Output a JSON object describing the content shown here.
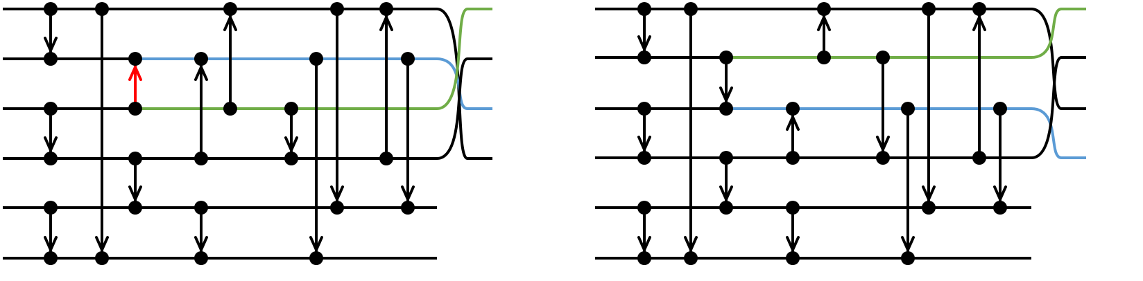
{
  "colors": {
    "wire": "#000000",
    "highlight": "#ff0000",
    "blue": "#5b9bd5",
    "green": "#70ad47",
    "background": "#ffffff"
  },
  "diagrams": [
    {
      "id": "left",
      "wires": 6,
      "gates": [
        {
          "col": 1,
          "from": 0,
          "to": 1,
          "dir": "down"
        },
        {
          "col": 1,
          "from": 2,
          "to": 3,
          "dir": "down"
        },
        {
          "col": 1,
          "from": 4,
          "to": 5,
          "dir": "down"
        },
        {
          "col": 2,
          "from": 0,
          "to": 5,
          "dir": "down"
        },
        {
          "col": 3,
          "from": 2,
          "to": 1,
          "dir": "up",
          "color": "highlight"
        },
        {
          "col": 3,
          "from": 3,
          "to": 4,
          "dir": "down"
        },
        {
          "col": 4,
          "from": 3,
          "to": 1,
          "dir": "up"
        },
        {
          "col": 4,
          "from": 4,
          "to": 5,
          "dir": "down"
        },
        {
          "col": 5,
          "from": 2,
          "to": 0,
          "dir": "up"
        },
        {
          "col": 6,
          "from": 2,
          "to": 3,
          "dir": "down"
        },
        {
          "col": 7,
          "from": 1,
          "to": 5,
          "dir": "down"
        },
        {
          "col": 8,
          "from": 0,
          "to": 4,
          "dir": "down"
        },
        {
          "col": 9,
          "from": 3,
          "to": 0,
          "dir": "up"
        },
        {
          "col": 10,
          "from": 1,
          "to": 4,
          "dir": "down"
        }
      ],
      "colored_segments": [
        {
          "wire": 1,
          "from_col": 3,
          "color": "blue"
        },
        {
          "wire": 2,
          "from_col": 3,
          "color": "green"
        }
      ],
      "permutation": [
        {
          "from": 0,
          "to": 3,
          "color": "wire"
        },
        {
          "from": 1,
          "to": 2,
          "color": "blue"
        },
        {
          "from": 2,
          "to": 0,
          "color": "green"
        },
        {
          "from": 3,
          "to": 1,
          "color": "wire"
        }
      ]
    },
    {
      "id": "right",
      "wires": 6,
      "gates": [
        {
          "col": 1,
          "from": 0,
          "to": 1,
          "dir": "down"
        },
        {
          "col": 1,
          "from": 2,
          "to": 3,
          "dir": "down"
        },
        {
          "col": 1,
          "from": 4,
          "to": 5,
          "dir": "down"
        },
        {
          "col": 2,
          "from": 0,
          "to": 5,
          "dir": "down"
        },
        {
          "col": 3,
          "from": 1,
          "to": 2,
          "dir": "down"
        },
        {
          "col": 3,
          "from": 3,
          "to": 4,
          "dir": "down"
        },
        {
          "col": 4,
          "from": 3,
          "to": 2,
          "dir": "up"
        },
        {
          "col": 4,
          "from": 4,
          "to": 5,
          "dir": "down"
        },
        {
          "col": 5,
          "from": 1,
          "to": 0,
          "dir": "up"
        },
        {
          "col": 6,
          "from": 1,
          "to": 3,
          "dir": "down"
        },
        {
          "col": 7,
          "from": 2,
          "to": 5,
          "dir": "down"
        },
        {
          "col": 8,
          "from": 0,
          "to": 4,
          "dir": "down"
        },
        {
          "col": 9,
          "from": 3,
          "to": 0,
          "dir": "up"
        },
        {
          "col": 10,
          "from": 2,
          "to": 4,
          "dir": "down"
        }
      ],
      "colored_segments": [
        {
          "wire": 1,
          "from_col": 3,
          "color": "green"
        },
        {
          "wire": 2,
          "from_col": 3,
          "color": "blue"
        }
      ],
      "permutation": [
        {
          "from": 0,
          "to": 2,
          "color": "wire"
        },
        {
          "from": 1,
          "to": 0,
          "color": "green"
        },
        {
          "from": 2,
          "to": 3,
          "color": "blue"
        },
        {
          "from": 3,
          "to": 1,
          "color": "wire"
        }
      ]
    }
  ]
}
